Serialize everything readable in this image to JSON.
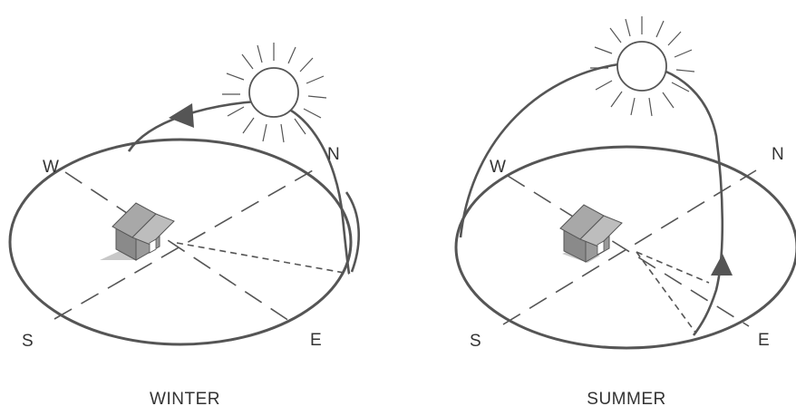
{
  "panels": [
    {
      "caption": "WINTER",
      "directions": {
        "west": "W",
        "north": "N",
        "south": "S",
        "east": "E"
      }
    },
    {
      "caption": "SUMMER",
      "directions": {
        "west": "W",
        "north": "N",
        "south": "S",
        "east": "E"
      }
    }
  ],
  "colors": {
    "line": "#555555",
    "house_wall": "#8a8a8a",
    "house_roof": "#a8a8a8",
    "shadow": "#c8c8c8",
    "arrow": "#555555"
  }
}
